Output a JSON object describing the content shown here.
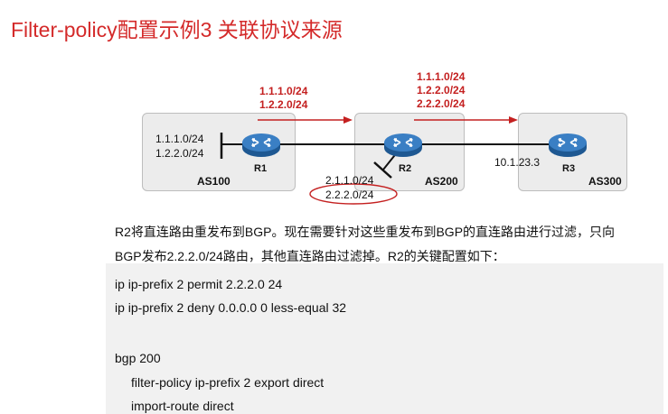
{
  "title": "Filter-policy配置示例3 关联协议来源",
  "diagram": {
    "as_labels": [
      "AS100",
      "AS200",
      "AS300"
    ],
    "routers": [
      "R1",
      "R2",
      "R3"
    ],
    "r1_prefixes": [
      "1.1.1.0/24",
      "1.2.2.0/24"
    ],
    "adv_r1_r2": [
      "1.1.1.0/24",
      "1.2.2.0/24"
    ],
    "adv_r2_r3": [
      "1.1.1.0/24",
      "1.2.2.0/24",
      "2.2.2.0/24"
    ],
    "r2_prefixes": [
      "2.1.1.0/24",
      "2.2.2.0/24"
    ],
    "r3_addr": "10.1.23.3"
  },
  "description": [
    "R2将直连路由重发布到BGP。现在需要针对这些重发布到BGP的直连路由进行过滤，只向",
    "BGP发布2.2.2.0/24路由，其他直连路由过滤掉。R2的关键配置如下："
  ],
  "code": [
    "ip ip-prefix 2 permit 2.2.2.0 24",
    "ip ip-prefix 2 deny 0.0.0.0 0 less-equal 32",
    "bgp 200",
    "filter-policy ip-prefix 2 export direct",
    "import-route direct"
  ],
  "colors": {
    "title": "#d42a2a",
    "annotation_red": "#c42020",
    "router_blue": "#2e6fb0"
  },
  "icons": [
    "router-icon",
    "arrow-right-icon"
  ]
}
